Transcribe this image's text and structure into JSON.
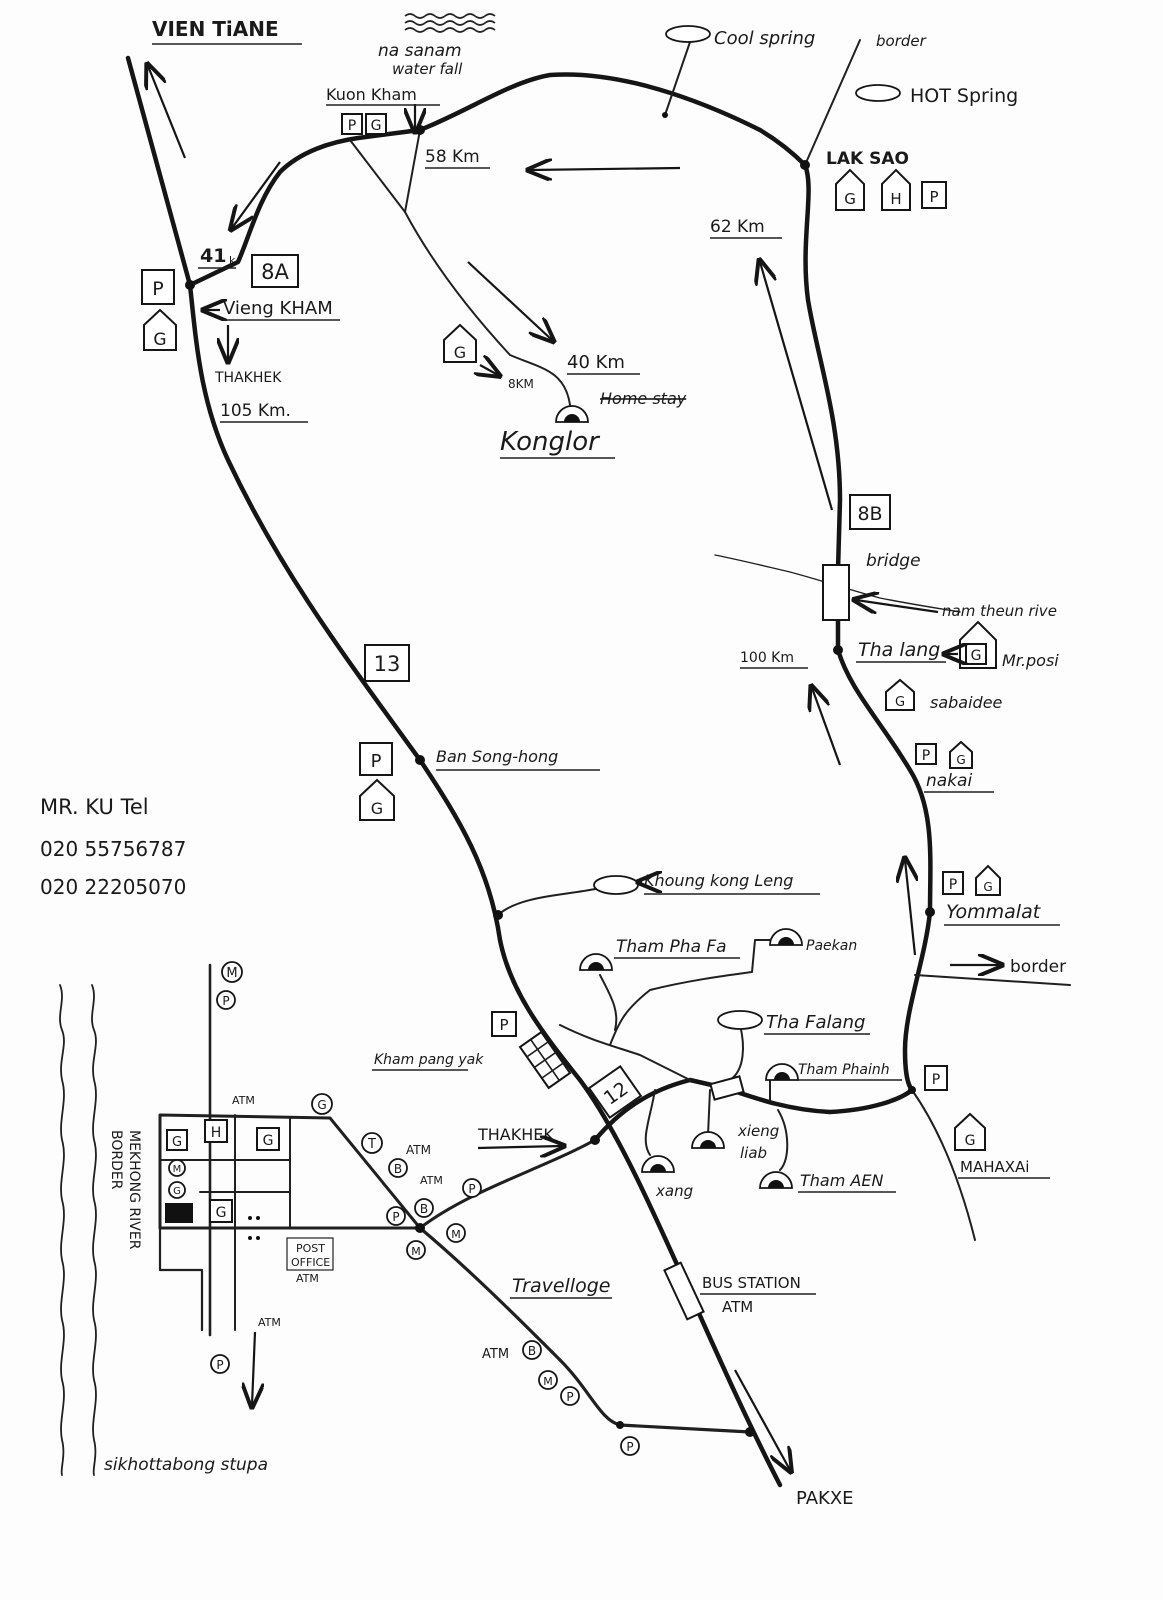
{
  "places": {
    "vientiane": "VIEN TiANE",
    "nasanam_1": "na sanam",
    "nasanam_2": "water fall",
    "kuonkham": "Kuon Kham",
    "coolspring": "Cool spring",
    "border_top": "border",
    "hotspring": "HOT Spring",
    "laksao": "LAK SAO",
    "km58": "58 Km",
    "km62": "62 Km",
    "km41": "41",
    "km41_suffix": "k",
    "viengkham": "Vieng KHAM",
    "thakhek_n": "THAKHEK",
    "km105": "105 Km.",
    "km40": "40 Km",
    "km8": "8KM",
    "homestay": "Home stay",
    "konglor": "Konglor",
    "bridge": "bridge",
    "river": "nam theun rive",
    "thalang": "Tha lang",
    "mrposi": "Mr.posi",
    "sabaidee": "sabaidee",
    "km100": "100 Km",
    "bansonghong": "Ban Song-hong",
    "nakai": "nakai",
    "khoungkongleng": "Khoung kong Leng",
    "yommalat": "Yommalat",
    "border_east": "border",
    "thamphafa": "Tham Pha Fa",
    "paekan": "Paekan",
    "thafalang": "Tha Falang",
    "thamphainh": "Tham Phainh",
    "khampangyak": "Kham pang yak",
    "thakhek_s": "THAKHEK",
    "xiengliab_1": "xieng",
    "xiengliab_2": "liab",
    "xang": "xang",
    "thamaen": "Tham AEN",
    "mahaxai": "MAHAXAi",
    "busstation": "BUS STATION",
    "busstation_atm": "ATM",
    "travelloge": "Travelloge",
    "postoffice_1": "POST",
    "postoffice_2": "OFFICE",
    "postoffice_atm": "ATM",
    "atm_label": "ATM",
    "border_mekong_1": "BORDER",
    "border_mekong_2": "MEKHONG RIVER",
    "stupa": "sikhottabong stupa",
    "pakxe": "PAKXE"
  },
  "routes": {
    "r8a": "8A",
    "r8b": "8B",
    "r13": "13",
    "r12": "12"
  },
  "symbols": {
    "parking": "P",
    "guesthouse": "G",
    "hotel": "H",
    "market": "M",
    "bank": "B",
    "taxi": "T"
  },
  "contact": {
    "name": "MR. KU  Tel",
    "phone1": "020  55756787",
    "phone2": "020  22205070"
  }
}
